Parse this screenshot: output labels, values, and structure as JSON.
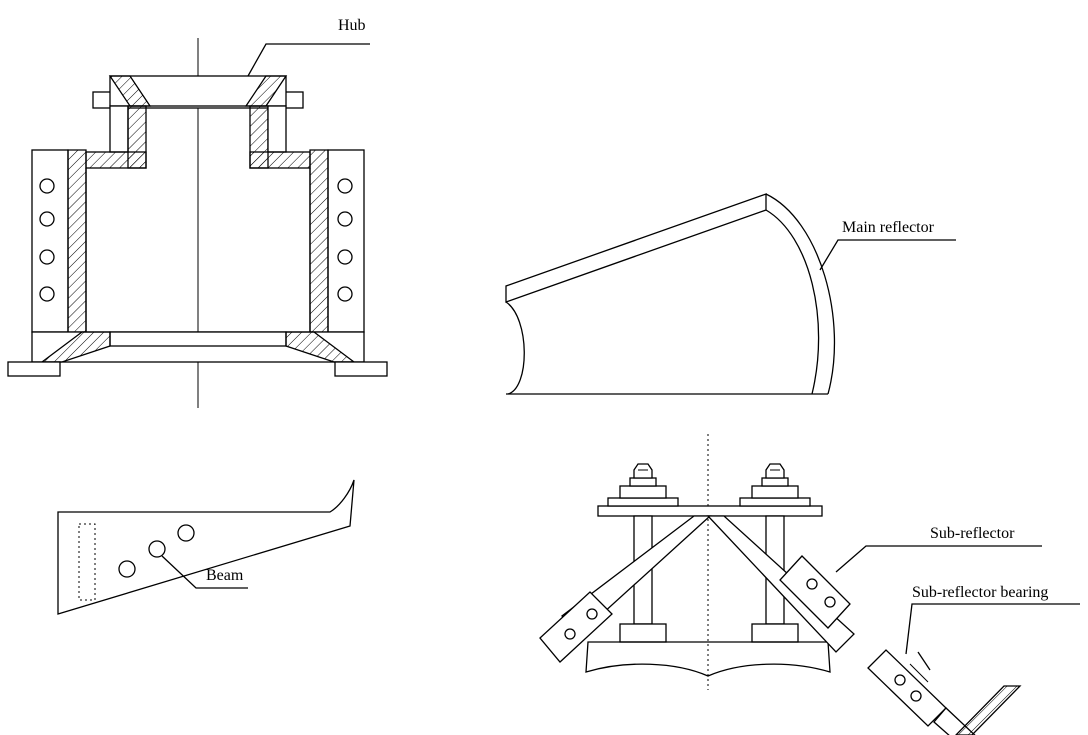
{
  "labels": {
    "hub": "Hub",
    "main_reflector": "Main reflector",
    "beam": "Beam",
    "sub_reflector": "Sub-reflector",
    "sub_reflector_bearing": "Sub-reflector bearing"
  },
  "colors": {
    "line": "#000000",
    "background": "#ffffff"
  }
}
